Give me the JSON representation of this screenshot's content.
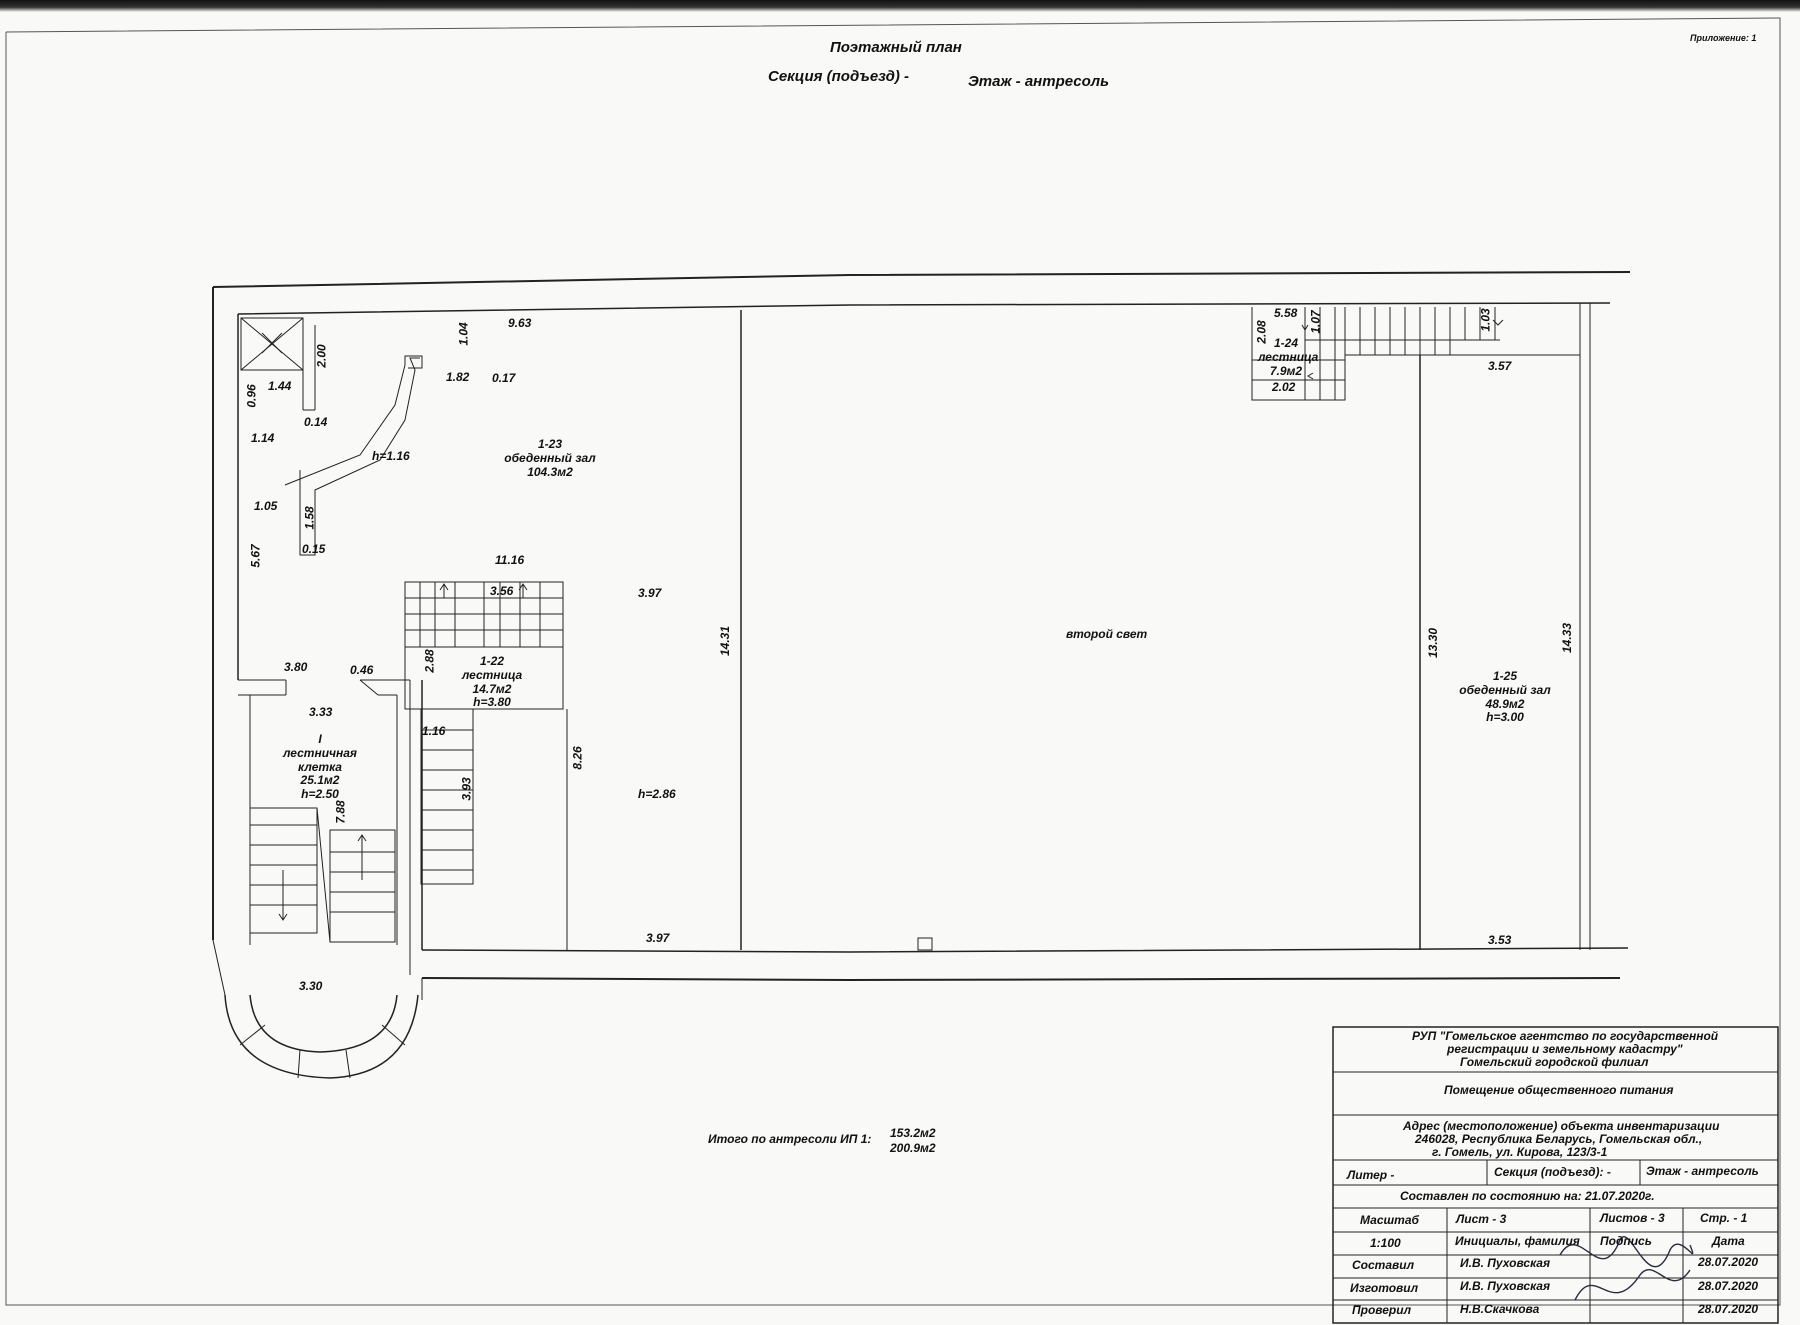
{
  "header": {
    "title": "Поэтажный план",
    "section_label": "Секция (подъезд) -",
    "floor_label": "Этаж - антресоль",
    "appendix": "Приложение: 1"
  },
  "rooms": [
    {
      "id": "1-23",
      "name": "обеденный зал",
      "area": "104.3м2",
      "h": ""
    },
    {
      "id": "1-22",
      "name": "лестница",
      "area": "14.7м2",
      "h": "h=3.80"
    },
    {
      "id": "I",
      "name": "лестничная клетка",
      "area": "25.1м2",
      "h": "h=2.50"
    },
    {
      "id": "1-24",
      "name": "лестница",
      "area": "7.9м2",
      "h": ""
    },
    {
      "id": "1-25",
      "name": "обеденный зал",
      "area": "48.9м2",
      "h": "h=3.00"
    }
  ],
  "labels": {
    "second_light": "второй свет",
    "h_116": "h=1.16",
    "h_286": "h=2.86"
  },
  "dimensions": {
    "d963": "9.63",
    "d104": "1.04",
    "d182": "1.82",
    "d017": "0.17",
    "d144": "1.44",
    "d200": "2.00",
    "d096": "0.96",
    "d014": "0.14",
    "d114": "1.14",
    "d105": "1.05",
    "d158": "1.58",
    "d015": "0.15",
    "d567": "5.67",
    "d1116": "11.16",
    "d356": "3.56",
    "d397a": "3.97",
    "d1431": "14.31",
    "d380": "3.80",
    "d046": "0.46",
    "d288": "2.88",
    "d333": "3.33",
    "d116b": "1.16",
    "d826": "8.26",
    "d393": "3.93",
    "d788": "7.88",
    "d397b": "3.97",
    "d330": "3.30",
    "d558": "5.58",
    "d208": "2.08",
    "d107": "1.07",
    "d103": "1.03",
    "d202": "2.02",
    "d357": "3.57",
    "d1330": "13.30",
    "d1433": "14.33",
    "d353": "3.53"
  },
  "totals": {
    "label": "Итого по антресоли ИП 1:",
    "value1": "153.2м2",
    "value2": "200.9м2"
  },
  "stamp": {
    "org_line1": "РУП \"Гомельское агентство по государственной",
    "org_line2": "регистрации и земельному кадастру\"",
    "org_line3": "Гомельский городской филиал",
    "object": "Помещение общественного питания",
    "addr_line1": "Адрес (местоположение) объекта инвентаризации",
    "addr_line2": "246028, Республика Беларусь, Гомельская обл.,",
    "addr_line3": "г. Гомель, ул. Кирова, 123/3-1",
    "liter": "Литер -",
    "section": "Секция (подъезд): -",
    "floor": "Этаж - антресоль",
    "state_date": "Составлен по состоянию на: 21.07.2020г.",
    "scale_label": "Масштаб",
    "scale_value": "1:100",
    "sheet": "Лист - 3",
    "sheets": "Листов - 3",
    "page": "Стр. - 1",
    "initials": "Инициалы, фамилия",
    "signature": "Подпись",
    "date_label": "Дата",
    "rows": [
      {
        "role": "Составил",
        "name": "И.В. Пуховская",
        "date": "28.07.2020"
      },
      {
        "role": "Изготовил",
        "name": "И.В. Пуховская",
        "date": "28.07.2020"
      },
      {
        "role": "Проверил",
        "name": "Н.В.Скачкова",
        "date": "28.07.2020"
      }
    ]
  }
}
